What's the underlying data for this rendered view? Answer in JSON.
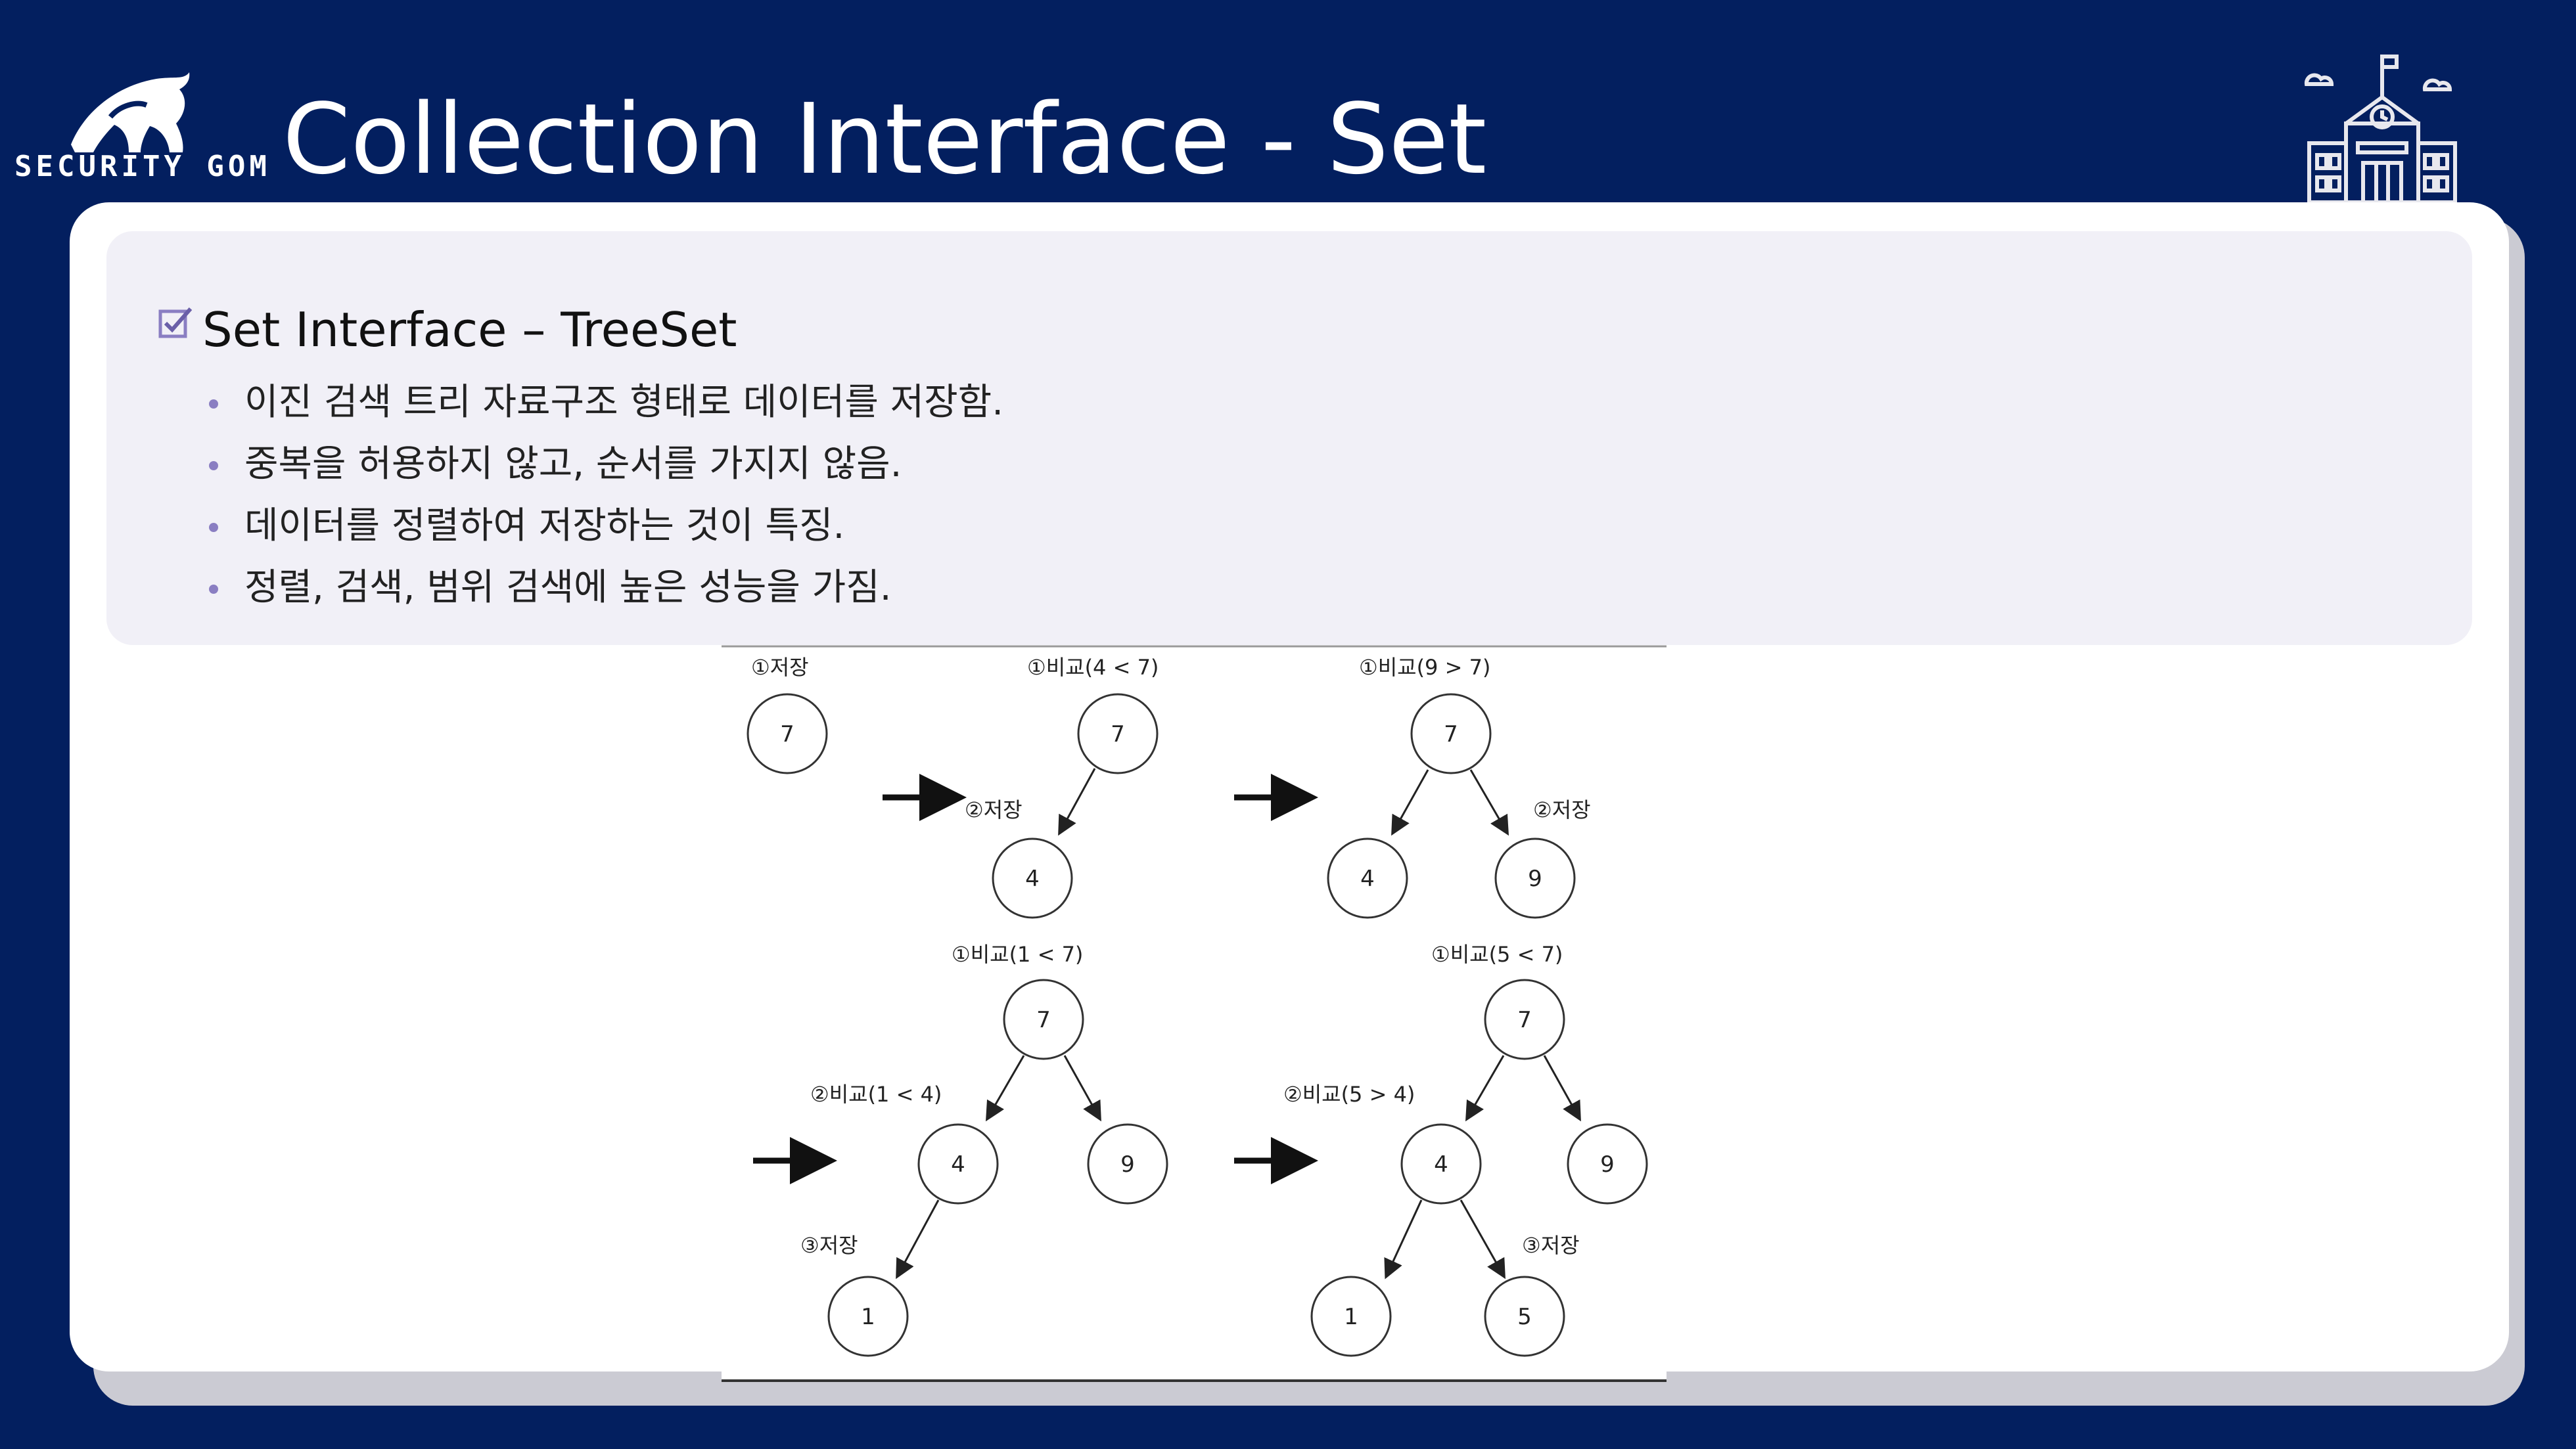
{
  "header": {
    "logo_text": "SECURITY GOM",
    "title": "Collection Interface - Set"
  },
  "colors": {
    "background": "#031f5f",
    "card": "#ffffff",
    "panel": "#f1f0f7",
    "bullet": "#8a7ec2",
    "checkbox": "#8a7ec2"
  },
  "icons": [
    "bear-logo-icon",
    "school-building-icon",
    "checkbox-icon"
  ],
  "section": {
    "heading": "Set Interface – TreeSet",
    "bullets": [
      "이진 검색 트리 자료구조 형태로 데이터를 저장함.",
      "중복을 허용하지 않고, 순서를 가지지 않음.",
      "데이터를 정렬하여 저장하는 것이 특징.",
      "정렬, 검색, 범위 검색에 높은 성능을 가짐."
    ]
  },
  "diagram": {
    "steps": [
      {
        "nodes": [
          {
            "value": "7"
          }
        ],
        "labels": [
          "①저장"
        ]
      },
      {
        "nodes": [
          {
            "value": "7"
          },
          {
            "value": "4"
          }
        ],
        "labels": [
          "①비교(4 < 7)",
          "②저장"
        ]
      },
      {
        "nodes": [
          {
            "value": "7"
          },
          {
            "value": "4"
          },
          {
            "value": "9"
          }
        ],
        "labels": [
          "①비교(9 > 7)",
          "②저장"
        ]
      },
      {
        "nodes": [
          {
            "value": "7"
          },
          {
            "value": "4"
          },
          {
            "value": "9"
          },
          {
            "value": "1"
          }
        ],
        "labels": [
          "①비교(1 < 7)",
          "②비교(1 < 4)",
          "③저장"
        ]
      },
      {
        "nodes": [
          {
            "value": "7"
          },
          {
            "value": "4"
          },
          {
            "value": "9"
          },
          {
            "value": "1"
          },
          {
            "value": "5"
          }
        ],
        "labels": [
          "①비교(5 < 7)",
          "②비교(5 > 4)",
          "③저장"
        ]
      }
    ]
  }
}
